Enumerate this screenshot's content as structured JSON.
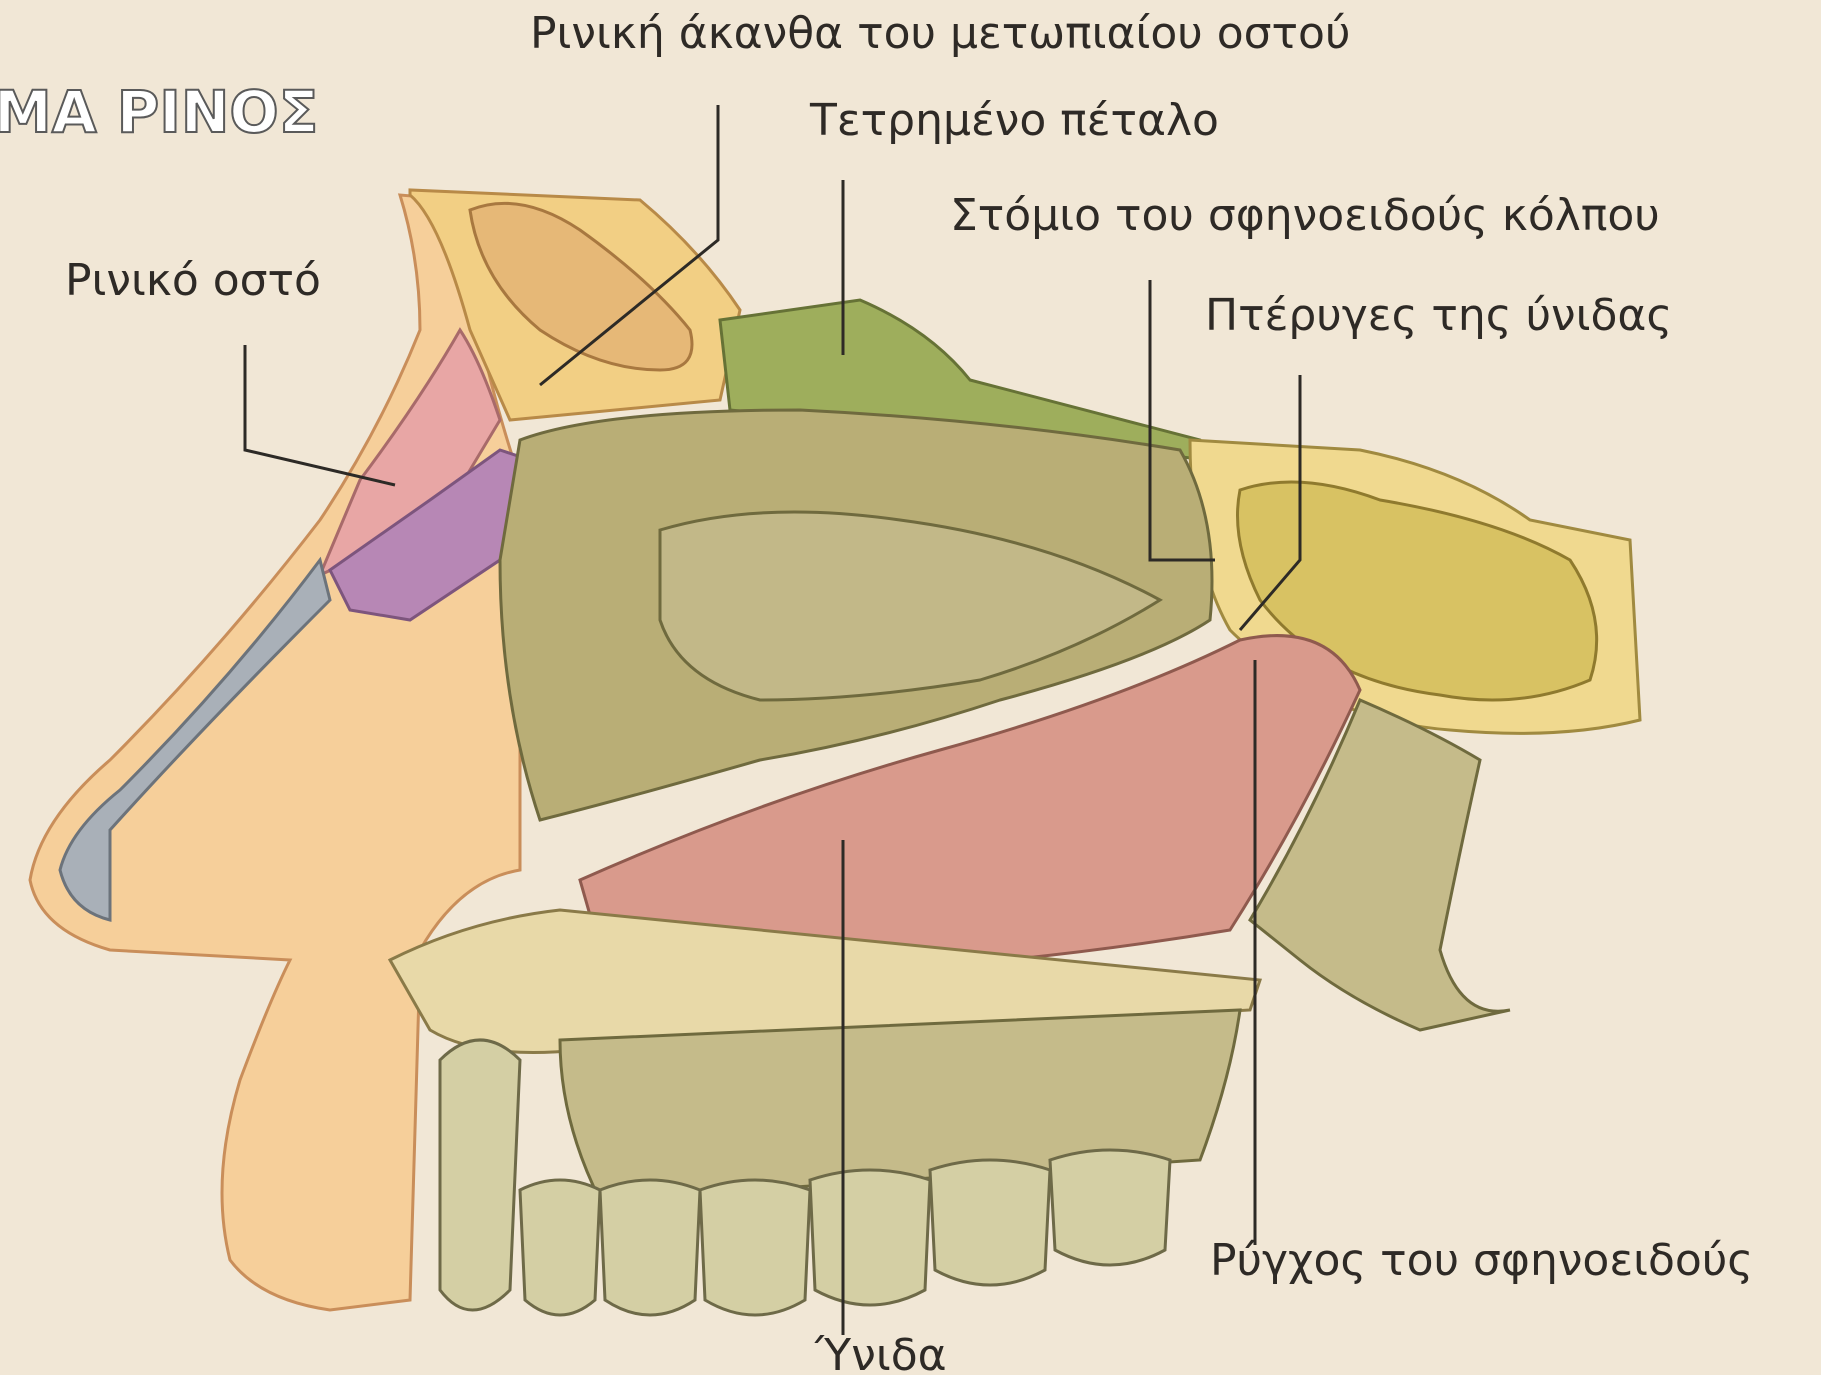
{
  "title": "ΜΑ ΡΙΝΟΣ",
  "labels": {
    "nasal_spine_frontal": "Ρινική άκανθα του μετωπιαίου οστού",
    "cribriform_plate": "Τετρημένο πέταλο",
    "sphenoid_sinus_opening": "Στόμιο του σφηνοειδούς κόλπου",
    "vomer_wings": "Πτέρυγες της ύνιδας",
    "nasal_bone": "Ρινικό οστό",
    "sphenoid_rostrum": "Ρύγχος του σφηνοειδούς",
    "vomer": "Ύνιδα"
  },
  "colors": {
    "background": "#f1e7d6",
    "skin": "#f6cf9a",
    "frontal_bone": "#f2cf84",
    "cribriform_green": "#9eae5c",
    "sphenoid_yellow": "#e6d27a",
    "conchae": "#b9ae76",
    "vomer_pink": "#d99a8c",
    "maxilla": "#e8d9a8",
    "teeth": "#d4cfa4",
    "nasal_bone_pink": "#e8a6a5",
    "cartilage_purple": "#b787b5",
    "cartilage_grey": "#a9b0b8"
  }
}
